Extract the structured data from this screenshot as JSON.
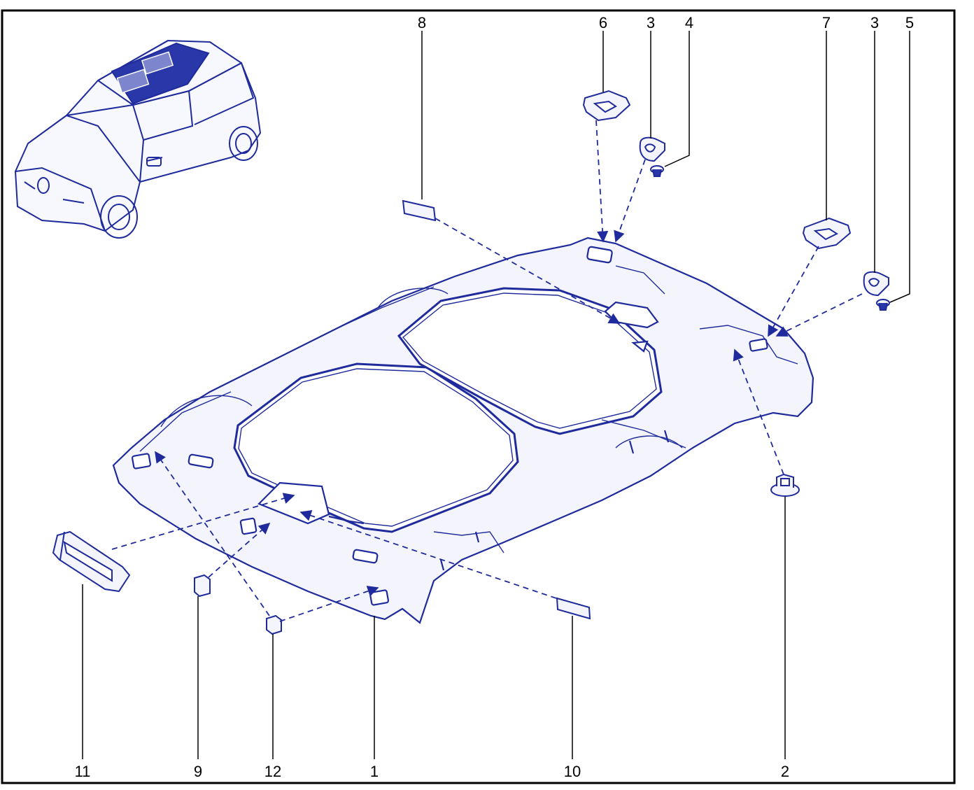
{
  "callouts": [
    {
      "id": "part-8",
      "label": "8"
    },
    {
      "id": "part-6",
      "label": "6"
    },
    {
      "id": "part-3a",
      "label": "3"
    },
    {
      "id": "part-4",
      "label": "4"
    },
    {
      "id": "part-7",
      "label": "7"
    },
    {
      "id": "part-3b",
      "label": "3"
    },
    {
      "id": "part-5",
      "label": "5"
    },
    {
      "id": "part-11",
      "label": "11"
    },
    {
      "id": "part-9",
      "label": "9"
    },
    {
      "id": "part-12",
      "label": "12"
    },
    {
      "id": "part-1",
      "label": "1"
    },
    {
      "id": "part-10",
      "label": "10"
    },
    {
      "id": "part-2",
      "label": "2"
    }
  ],
  "colors": {
    "line": "#1f2b9c",
    "fill": "#eef0fb",
    "glass": "#e3e6f7",
    "text": "#000000",
    "frame": "#000000"
  },
  "icons": {
    "vehicle": "car-overview-icon"
  }
}
